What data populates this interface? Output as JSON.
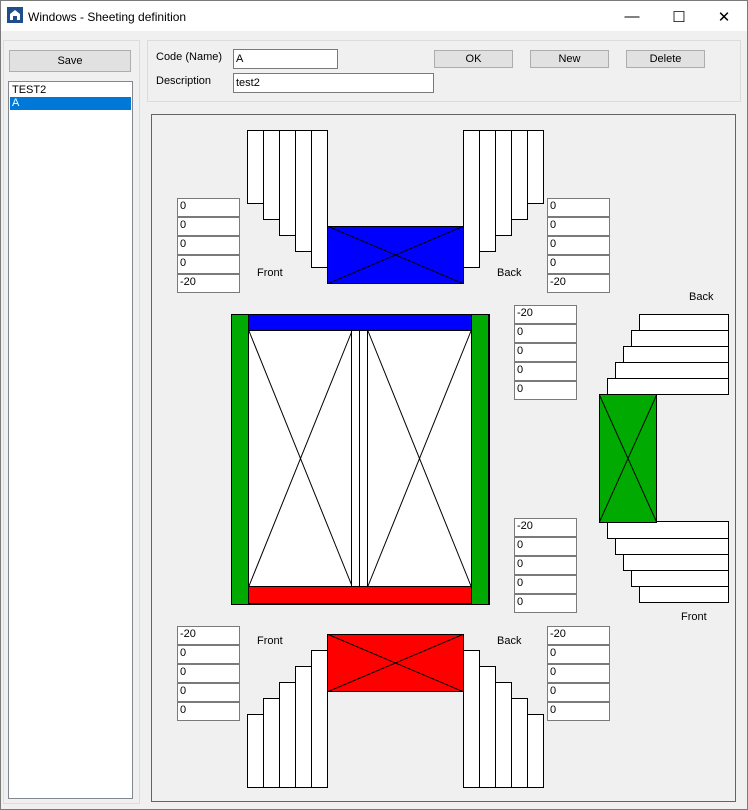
{
  "window": {
    "title": "Windows - Sheeting definition"
  },
  "controls": {
    "minimize": "—",
    "maximize": "☐",
    "close": "✕"
  },
  "sidebar": {
    "save_label": "Save",
    "items": [
      {
        "label": "TEST2"
      },
      {
        "label": "A"
      }
    ]
  },
  "header": {
    "code_label": "Code (Name)",
    "code_value": "A",
    "description_label": "Description",
    "description_value": "test2",
    "ok_label": "OK",
    "new_label": "New",
    "delete_label": "Delete"
  },
  "diagram": {
    "top_front_label": "Front",
    "top_back_label": "Back",
    "right_back_label": "Back",
    "right_front_label": "Front",
    "bottom_front_label": "Front",
    "bottom_back_label": "Back",
    "top_front_values": [
      "0",
      "0",
      "0",
      "0",
      "-20"
    ],
    "top_back_values": [
      "0",
      "0",
      "0",
      "0",
      "-20"
    ],
    "right_top_values": [
      "-20",
      "0",
      "0",
      "0",
      "0"
    ],
    "right_bottom_values": [
      "-20",
      "0",
      "0",
      "0",
      "0"
    ],
    "bottom_front_values": [
      "-20",
      "0",
      "0",
      "0",
      "0"
    ],
    "bottom_back_values": [
      "-20",
      "0",
      "0",
      "0",
      "0"
    ],
    "colors": {
      "top": "#0000ff",
      "sides": "#00aa00",
      "bottom": "#ff0000"
    }
  }
}
